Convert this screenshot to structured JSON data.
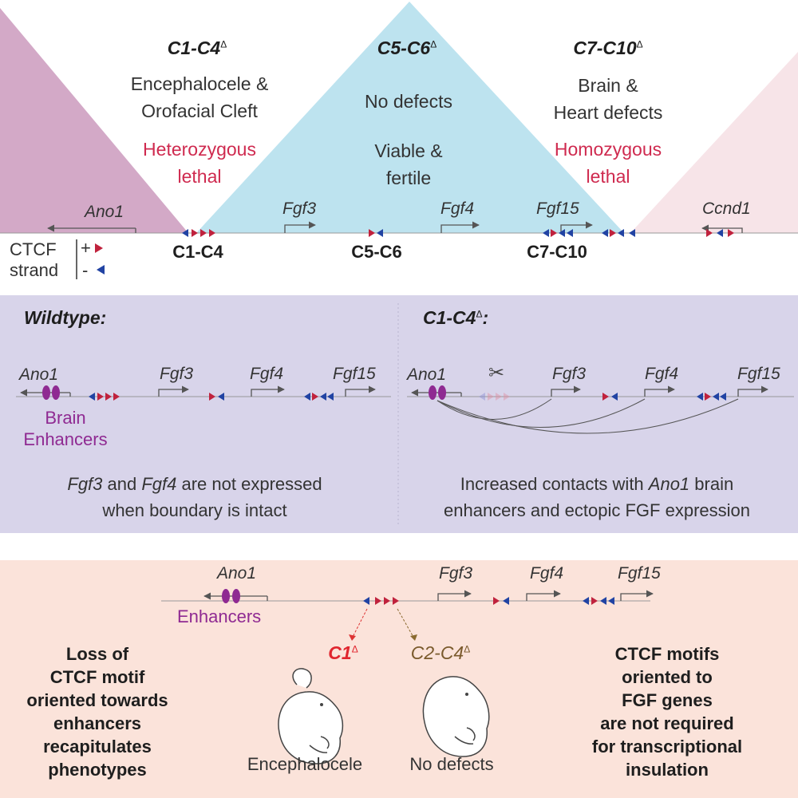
{
  "top": {
    "panels": [
      {
        "title": "C1-C4",
        "delta": "Δ",
        "lines": [
          "Encephalocele &",
          "Orofacial Cleft"
        ],
        "fate": [
          "Heterozygous",
          "lethal"
        ]
      },
      {
        "title": "C5-C6",
        "delta": "Δ",
        "lines": [
          "No defects"
        ],
        "fate": [
          "Viable &",
          "fertile"
        ]
      },
      {
        "title": "C7-C10",
        "delta": "Δ",
        "lines": [
          "Brain &",
          "Heart defects"
        ],
        "fate": [
          "Homozygous",
          "lethal"
        ]
      }
    ],
    "genes": [
      "Ano1",
      "Fgf3",
      "Fgf4",
      "Fgf15",
      "Ccnd1"
    ],
    "sites": [
      "C1-C4",
      "C5-C6",
      "C7-C10"
    ],
    "legend": {
      "line1": "CTCF",
      "line2": "strand",
      "plus": "+",
      "minus": "-"
    },
    "colors": {
      "tad_left": "#d3a9c7",
      "tad_mid": "#bde3ef",
      "tad_right": "#f7e4e8",
      "plus": "#c0223d",
      "minus": "#2143a3",
      "enhancer": "#8f2a92"
    }
  },
  "middle": {
    "bg": "#d8d4ea",
    "wildtype": {
      "title": "Wildtype:",
      "genes": [
        "Ano1",
        "Fgf3",
        "Fgf4",
        "Fgf15"
      ],
      "enhancer_label": [
        "Brain",
        "Enhancers"
      ],
      "caption_line1_a": "Fgf3",
      "caption_line1_b": " and ",
      "caption_line1_c": "Fgf4",
      "caption_line1_d": " are not expressed",
      "caption_line2": "when boundary is intact"
    },
    "deletion": {
      "title": "C1-C4",
      "delta": "Δ",
      "colon": ":",
      "genes": [
        "Ano1",
        "Fgf3",
        "Fgf4",
        "Fgf15"
      ],
      "scissors": "✂",
      "caption_line1_a": "Increased contacts with ",
      "caption_line1_b": "Ano1",
      "caption_line1_c": " brain",
      "caption_line2": "enhancers and ectopic FGF expression"
    }
  },
  "bottom": {
    "bg": "#fbe3da",
    "genes": [
      "Ano1",
      "Fgf3",
      "Fgf4",
      "Fgf15"
    ],
    "enhancer_label": "Enhancers",
    "c1": {
      "label": "C1",
      "delta": "Δ",
      "outcome": "Encephalocele"
    },
    "c2c4": {
      "label": "C2-C4",
      "delta": "Δ",
      "outcome": "No defects"
    },
    "left_text": [
      "Loss of",
      "CTCF motif",
      "oriented towards",
      "enhancers",
      "recapitulates",
      "phenotypes"
    ],
    "right_text": [
      "CTCF motifs",
      "oriented to",
      "FGF genes",
      "are not required",
      "for transcriptional",
      "insulation"
    ]
  }
}
